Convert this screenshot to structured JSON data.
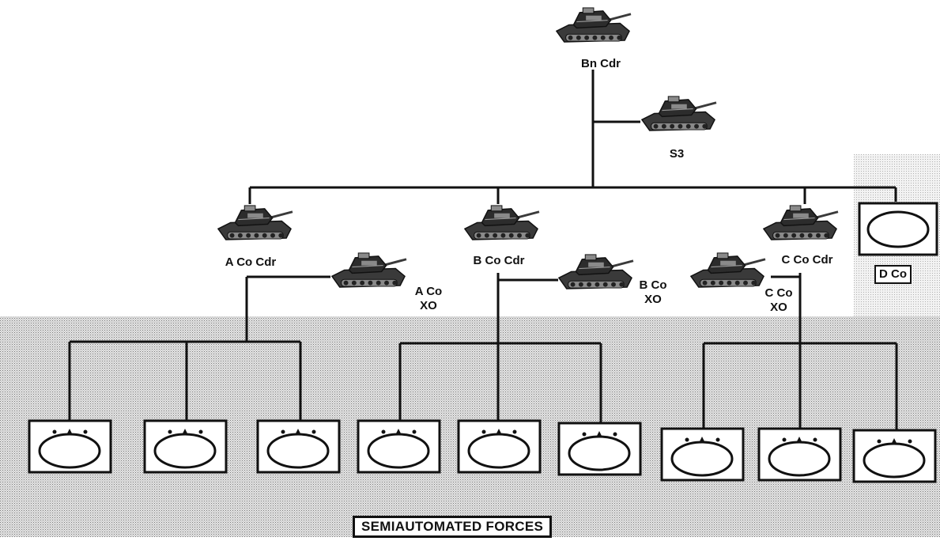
{
  "colors": {
    "line": "#111111",
    "shade": "#c4c4c4",
    "tank_body": "#3a3a3a",
    "tank_light": "#8a8a8a",
    "box_fill": "#ffffff"
  },
  "labels": {
    "bn_cdr": "Bn Cdr",
    "s3": "S3",
    "a_co_cdr": "A Co Cdr",
    "b_co_cdr": "B Co Cdr",
    "c_co_cdr": "C Co Cdr",
    "a_co_xo": "A Co\nXO",
    "b_co_xo": "B Co\nXO",
    "c_co_xo": "C Co\nXO",
    "d_co": "D Co",
    "banner": "SEMIAUTOMATED FORCES"
  },
  "icons": {
    "vehicle": "m1-tank-icon",
    "simulated_unit": "platoon-box-icon"
  }
}
